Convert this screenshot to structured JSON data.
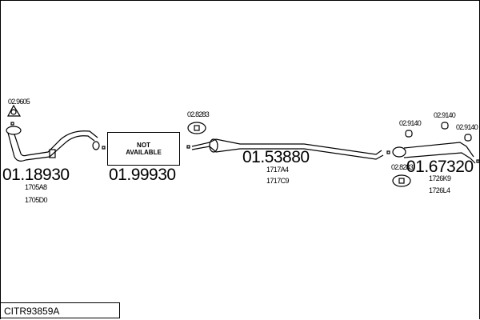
{
  "parts": [
    {
      "number": "01.18930",
      "refs": [
        "1705A8",
        "1705D0"
      ]
    },
    {
      "number": "01.99930",
      "status": [
        "NOT",
        "AVAILABLE"
      ]
    },
    {
      "number": "01.53880",
      "refs": [
        "1717A4",
        "1717C9"
      ]
    },
    {
      "number": "01.67320",
      "refs": [
        "1726K9",
        "1726L4"
      ]
    }
  ],
  "accessories": {
    "gasket1": "02.9605",
    "clamp1": "02.8283",
    "clamp2": "02.8283",
    "hanger1": "02.9140",
    "hanger2": "02.9140",
    "hanger3": "02.9140"
  },
  "diagram_code": "CITR93859A"
}
